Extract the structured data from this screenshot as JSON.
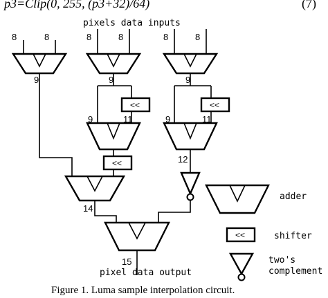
{
  "equation": {
    "text": "p3=Clip(0, 255, (p3+32)/64)",
    "number": "(7)"
  },
  "diagram": {
    "top_label": "pixels data inputs",
    "bottom_label": "pixel data output",
    "shifter_symbol": "<<",
    "bit_widths": {
      "in_a_left": "8",
      "in_a_right": "8",
      "in_b_left": "8",
      "in_b_right": "8",
      "in_c_left": "8",
      "in_c_right": "8",
      "out_a": "9",
      "out_b": "9",
      "out_c": "9",
      "mid_b_left": "9",
      "mid_b_right": "11",
      "mid_c_left": "9",
      "mid_c_right": "11",
      "stage3_out": "12",
      "stage4_out": "14",
      "final_out": "15"
    }
  },
  "legend": {
    "adder_label": "adder",
    "shifter_label": "shifter",
    "twos_label_line1": "two's",
    "twos_label_line2": "complement"
  },
  "caption": "Figure 1.   Luma sample interpolation circuit."
}
